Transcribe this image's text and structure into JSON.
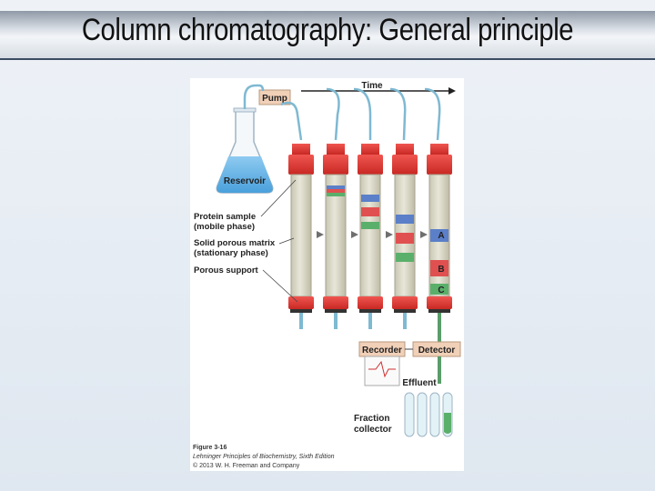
{
  "slide": {
    "title": "Column chromatography: General principle"
  },
  "figure": {
    "time_label": "Time",
    "pump_label": "Pump",
    "reservoir_label": "Reservoir",
    "protein_sample_label_1": "Protein sample",
    "protein_sample_label_2": "(mobile phase)",
    "matrix_label_1": "Solid porous matrix",
    "matrix_label_2": "(stationary phase)",
    "porous_support_label": "Porous support",
    "band_a": "A",
    "band_b": "B",
    "band_c": "C",
    "recorder_label": "Recorder",
    "detector_label": "Detector",
    "effluent_label": "Effluent",
    "fraction_label_1": "Fraction",
    "fraction_label_2": "collector",
    "caption_1": "Figure 3-16",
    "caption_2": "Lehninger Principles of Biochemistry, Sixth Edition",
    "caption_3": "© 2013 W. H. Freeman and Company"
  },
  "colors": {
    "column_cap": "#e23a35",
    "matrix": "#d9d6c4",
    "pump_box": "#f1d0b8",
    "reservoir_liquid": "#6fb7e6"
  }
}
